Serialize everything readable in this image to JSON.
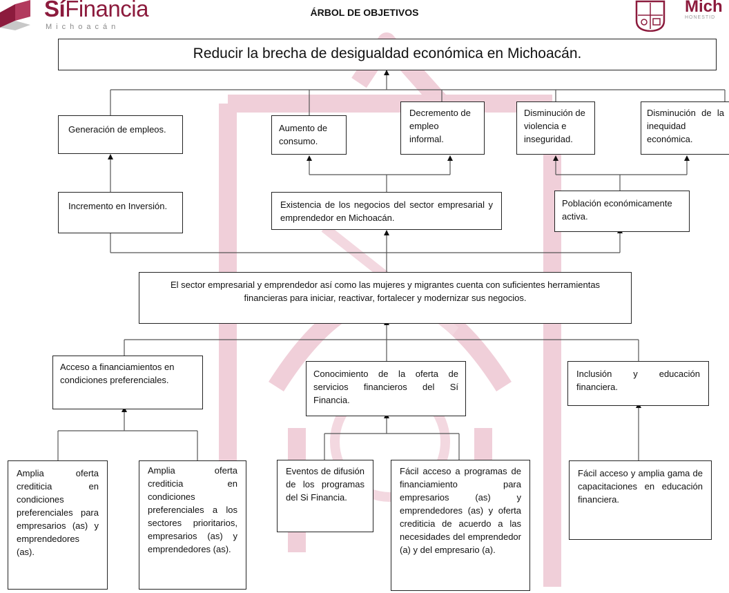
{
  "header": {
    "logo_main": "Sí",
    "logo_fin": "Financia",
    "logo_sub": "Michoacán",
    "title": "ÁRBOL DE OBJETIVOS",
    "right_brand": "Mich",
    "right_sub": "HONESTID"
  },
  "goal": "Reducir la brecha de desigualdad económica en Michoacán.",
  "effects": {
    "empleos": "Generación de empleos.",
    "consumo": "Aumento de consumo.",
    "informal": "Decremento de empleo informal.",
    "violencia": "Disminución de violencia e inseguridad.",
    "inequidad": "Disminución de la inequidad económica."
  },
  "mid": {
    "inversion": "Incremento en Inversión.",
    "negocios": "Existencia de los negocios del sector empresarial y emprendedor en Michoacán.",
    "poblacion": "Población económicamente activa."
  },
  "central": "El sector empresarial y emprendedor así como las mujeres y migrantes cuenta con suficientes herramientas financieras para iniciar, reactivar, fortalecer y modernizar sus negocios.",
  "means": {
    "acceso": "Acceso a financiamientos en condiciones preferenciales.",
    "conocimiento": "Conocimiento de la oferta de servicios financieros del Sí Financia.",
    "inclusion": "Inclusión y educación financiera."
  },
  "leaves": {
    "oferta1": "Amplia oferta crediticia en condiciones preferenciales para empresarios (as) y emprendedores (as).",
    "oferta2": "Amplia oferta crediticia en condiciones preferenciales a los sectores prioritarios, empresarios (as) y emprendedores (as).",
    "eventos": "Eventos de difusión de los programas del Si Financia.",
    "facil1": "Fácil acceso a programas de financiamiento para empresarios (as) y emprendedores (as) y oferta crediticia de acuerdo a las necesidades del emprendedor (a) y del empresario (a).",
    "facil2": "Fácil acceso y amplia gama de capacitaciones en educación financiera."
  },
  "colors": {
    "brand": "#8c1b3d",
    "watermark": "#e7b9c7",
    "line": "#222222"
  }
}
